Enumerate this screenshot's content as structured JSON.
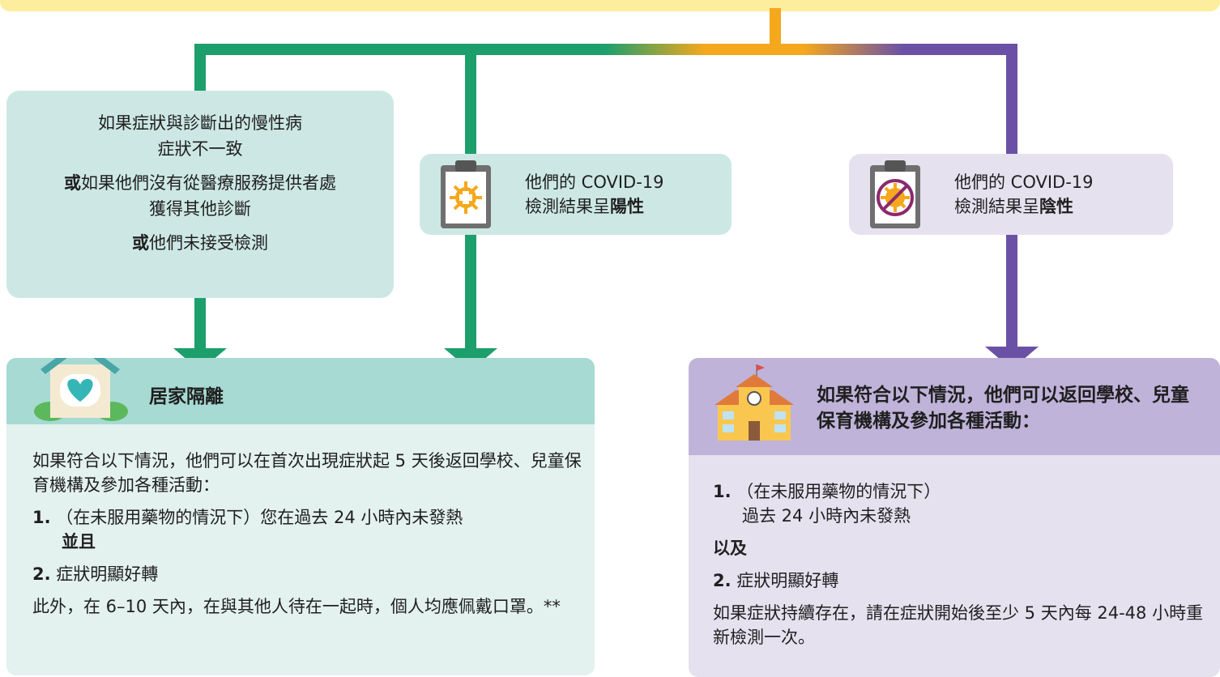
{
  "colors": {
    "green": "#1d9f6c",
    "purple": "#6b51a6",
    "orange": "#f5a81c",
    "banner": "#fcee9c"
  },
  "icons": {
    "positive": "clipboard-virus-icon",
    "negative": "clipboard-virus-crossed-icon",
    "home": "house-heart-icon",
    "school": "school-building-icon"
  },
  "condition": {
    "line1": "如果症狀與診斷出的慢性病",
    "line2": "症狀不一致",
    "or1": "或",
    "line3": "如果他們沒有從醫療服務提供者處",
    "line4": "獲得其他診斷",
    "or2": "或",
    "line5": "他們未接受檢測"
  },
  "positive": {
    "line1": "他們的 COVID-19",
    "line2_prefix": "檢測結果呈",
    "line2_bold": "陽性"
  },
  "negative": {
    "line1": "他們的 COVID-19",
    "line2_prefix": "檢測結果呈",
    "line2_bold": "陰性"
  },
  "isolation": {
    "title": "居家隔離",
    "intro": "如果符合以下情況，他們可以在首次出現症狀起  5  天後返回學校、兒童保育機構及參加各種活動：",
    "item1_num": "1.",
    "item1_text": "（在未服用藥物的情況下）您在過去 24 小時內未發熱",
    "item1_and": "並且",
    "item2_num": "2.",
    "item2_text": "症狀明顯好轉",
    "note": "此外，在 6–10 天內，在與其他人待在一起時，個人均應佩戴口罩。**"
  },
  "return": {
    "title": "如果符合以下情況，他們可以返回學校、兒童保育機構及參加各種活動：",
    "item1_num": "1.",
    "item1_line1": "（在未服用藥物的情況下）",
    "item1_line2": "過去 24 小時內未發熱",
    "and": "以及",
    "item2_num": "2.",
    "item2_text": "症狀明顯好轉",
    "note": "如果症狀持續存在，請在症狀開始後至少 5 天內每 24-48 小時重新檢測一次。"
  }
}
